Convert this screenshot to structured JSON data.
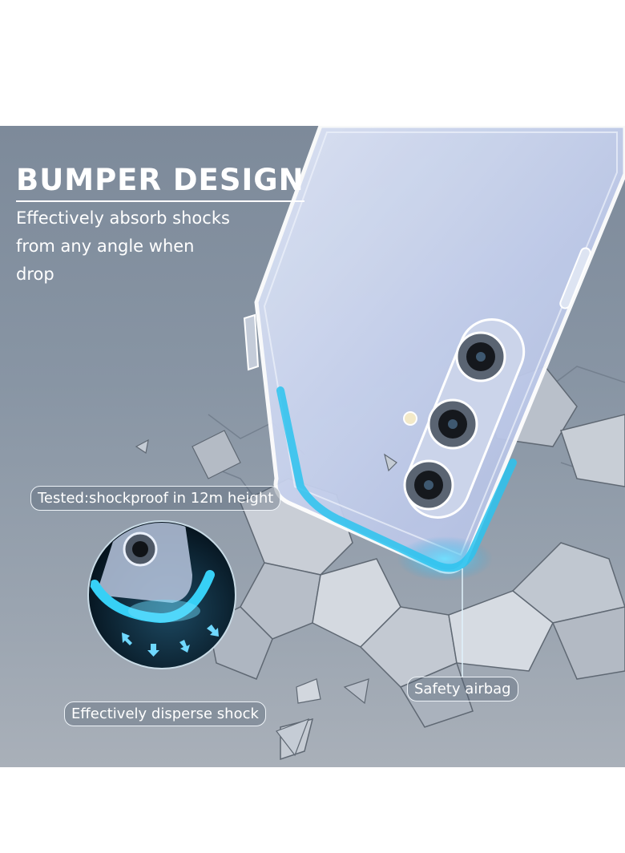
{
  "headline": "BUMPER DESIGN",
  "subtext": "Effectively absorb shocks\nfrom any angle when\ndrop",
  "callouts": {
    "tested": "Tested:shockproof in 12m height",
    "disperse": "Effectively disperse shock",
    "airbag": "Safety airbag"
  },
  "colors": {
    "background": "#8895a4",
    "accent_cyan": "#36c6f0",
    "text": "#ffffff"
  },
  "icons": [
    "phone-case",
    "camera-lens",
    "cracked-ground",
    "arrow-down-icon"
  ]
}
